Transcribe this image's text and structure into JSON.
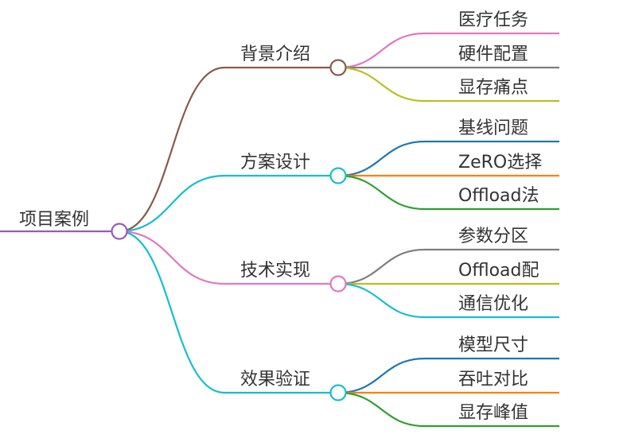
{
  "root": {
    "label": "项目案例",
    "color": "#9b59b6"
  },
  "branches": [
    {
      "label": "背景介绍",
      "color": "#8b5a4a",
      "children": [
        {
          "label": "医疗任务",
          "color": "#e377c2"
        },
        {
          "label": "硬件配置",
          "color": "#7f7f7f"
        },
        {
          "label": "显存痛点",
          "color": "#bcbd22"
        }
      ]
    },
    {
      "label": "方案设计",
      "color": "#17becf",
      "children": [
        {
          "label": "基线问题",
          "color": "#1f77b4"
        },
        {
          "label": "ZeRO选择",
          "color": "#ff7f0e"
        },
        {
          "label": "Offload法",
          "color": "#2ca02c"
        }
      ]
    },
    {
      "label": "技术实现",
      "color": "#e377c2",
      "children": [
        {
          "label": "参数分区",
          "color": "#7f7f7f"
        },
        {
          "label": "Offload配",
          "color": "#bcbd22"
        },
        {
          "label": "通信优化",
          "color": "#17becf"
        }
      ]
    },
    {
      "label": "效果验证",
      "color": "#17becf",
      "children": [
        {
          "label": "模型尺寸",
          "color": "#1f77b4"
        },
        {
          "label": "吞吐对比",
          "color": "#ff7f0e"
        },
        {
          "label": "显存峰值",
          "color": "#2ca02c"
        }
      ]
    }
  ]
}
